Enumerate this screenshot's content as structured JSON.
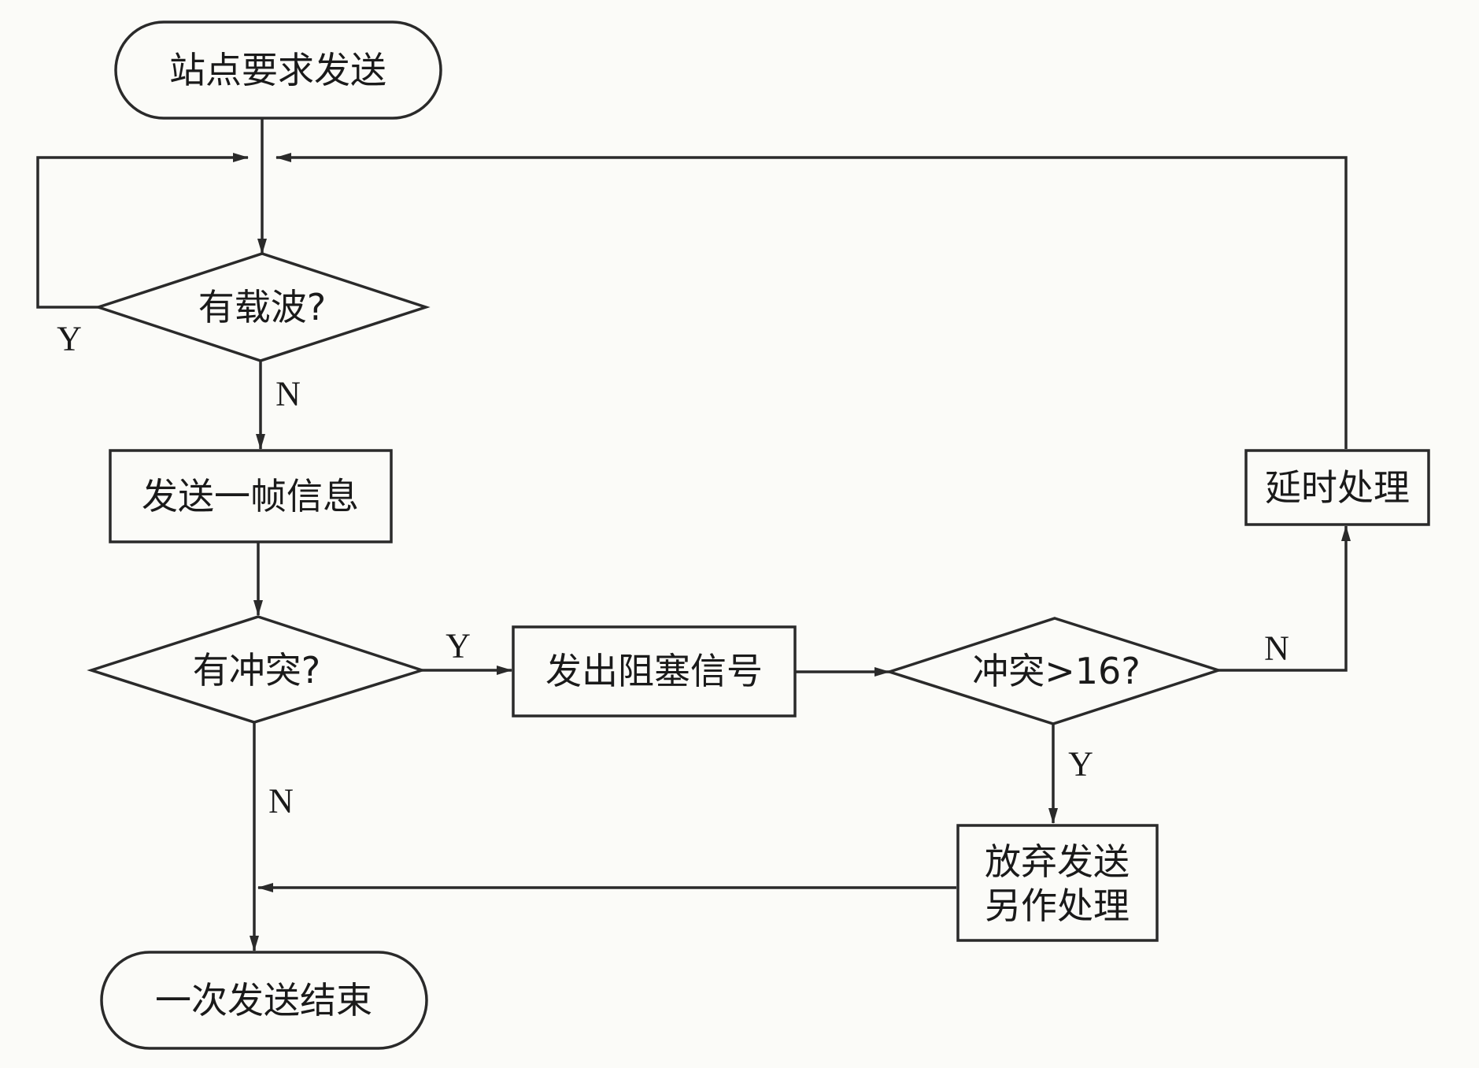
{
  "nodes": {
    "start": "站点要求发送",
    "carrier_check": "有载波?",
    "send_frame": "发送一帧信息",
    "collision_check": "有冲突?",
    "jam_signal": "发出阻塞信号",
    "count_check": "冲突>16?",
    "delay": "延时处理",
    "abandon_line1": "放弃发送",
    "abandon_line2": "另作处理",
    "end": "一次发送结束"
  },
  "edge_labels": {
    "carrier_yes": "Y",
    "carrier_no": "N",
    "collision_yes": "Y",
    "collision_no": "N",
    "count_no": "N",
    "count_yes": "Y"
  }
}
